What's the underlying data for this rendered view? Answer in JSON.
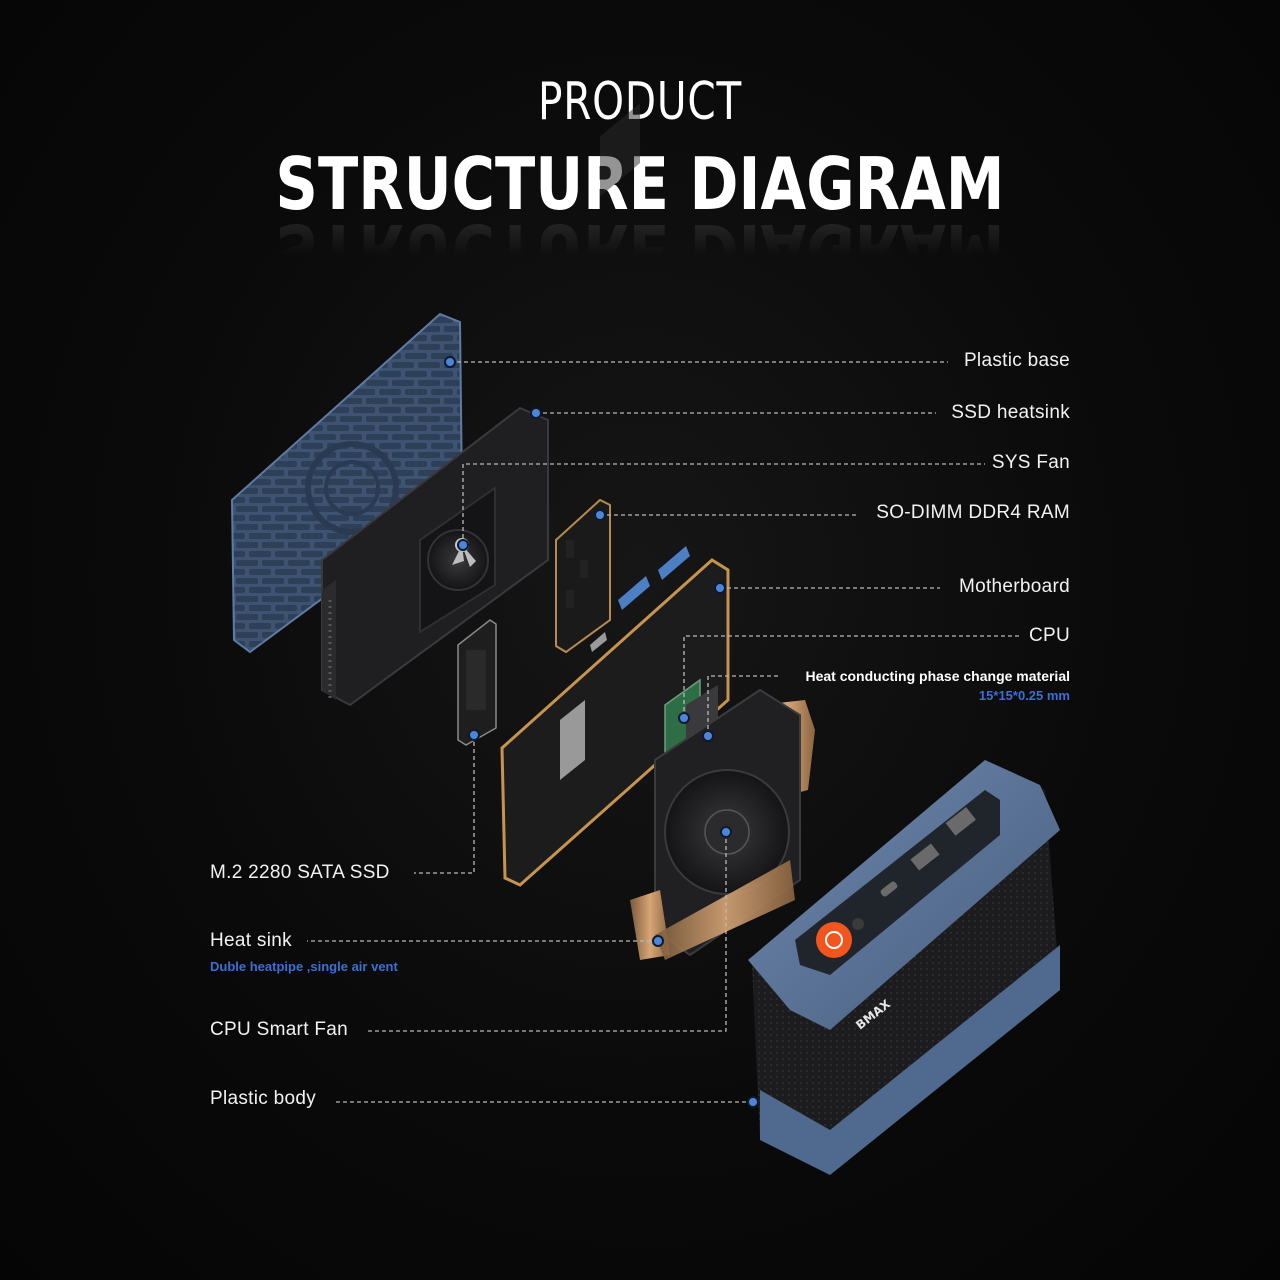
{
  "title": {
    "line1": "PRODUCT",
    "line2": "STRUCTURE DIAGRAM"
  },
  "labels_right": [
    {
      "id": "plastic-base",
      "text": "Plastic base"
    },
    {
      "id": "ssd-heatsink",
      "text": "SSD heatsink"
    },
    {
      "id": "sys-fan",
      "text": "SYS Fan"
    },
    {
      "id": "ram",
      "text": "SO-DIMM DDR4 RAM"
    },
    {
      "id": "motherboard",
      "text": "Motherboard"
    },
    {
      "id": "cpu",
      "text": "CPU"
    }
  ],
  "phase_change": {
    "text": "Heat conducting phase change material",
    "size": "15*15*0.25 mm"
  },
  "labels_left": [
    {
      "id": "ssd",
      "text": "M.2 2280 SATA SSD"
    },
    {
      "id": "heat-sink",
      "text": "Heat sink",
      "sub": "Duble heatpipe ,single air vent"
    },
    {
      "id": "cpu-fan",
      "text": "CPU Smart Fan"
    },
    {
      "id": "plastic-body",
      "text": "Plastic body"
    }
  ],
  "brand_mark": "BMAX",
  "colors": {
    "accent_blue": "#3a6fd6",
    "dot_blue": "#4d86d9",
    "case_blue": "#4f6a8e",
    "power_orange": "#f2551e"
  }
}
